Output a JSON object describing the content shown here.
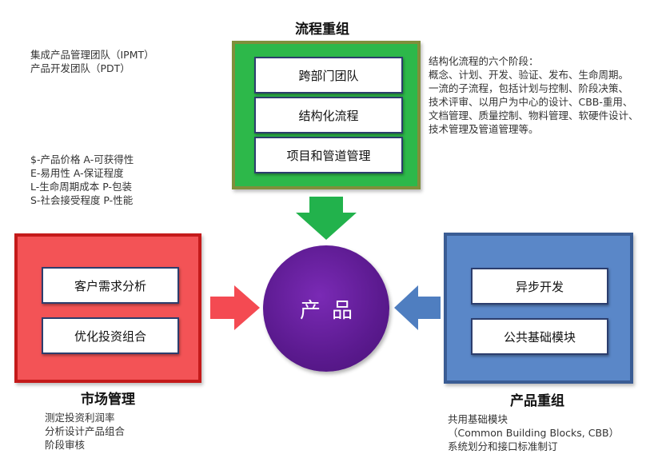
{
  "process": {
    "title": "流程重组",
    "boxes": [
      "跨部门团队",
      "结构化流程",
      "项目和管道管理"
    ],
    "note": [
      "结构化流程的六个阶段：",
      "概念、计划、开发、验证、发布、生命周期。",
      "一流的子流程，包括计划与控制、阶段决策、",
      "技术评审、以用户为中心的设计、CBB-重用、",
      "文档管理、质量控制、物料管理、软硬件设计、",
      "技术管理及管道管理等。"
    ]
  },
  "team_note": [
    "集成产品管理团队（IPMT）",
    "产品开发团队（PDT）"
  ],
  "apples_note": [
    "$-产品价格   A-可获得性",
    "E-易用性       A-保证程度",
    "L-生命周期成本   P-包装",
    "S-社会接受程度   P-性能"
  ],
  "market": {
    "title": "市场管理",
    "boxes": [
      "客户需求分析",
      "优化投资组合"
    ],
    "note": [
      "测定投资利润率",
      "分析设计产品组合",
      "阶段审核"
    ]
  },
  "product_restructure": {
    "title": "产品重组",
    "boxes": [
      "异步开发",
      "公共基础模块"
    ],
    "note": [
      "共用基础模块",
      "（Common Building Blocks, CBB）",
      "系统划分和接口标准制订"
    ]
  },
  "center": {
    "label": "产品"
  },
  "colors": {
    "process_fill": "#2db84a",
    "process_border": "#7f8f3b",
    "market_fill": "#f35356",
    "market_border": "#c41a1a",
    "product_fill": "#5a87c8",
    "product_border": "#3a5c94",
    "center_fill": "#5b1a8f",
    "box_border": "#2c3e6e"
  }
}
